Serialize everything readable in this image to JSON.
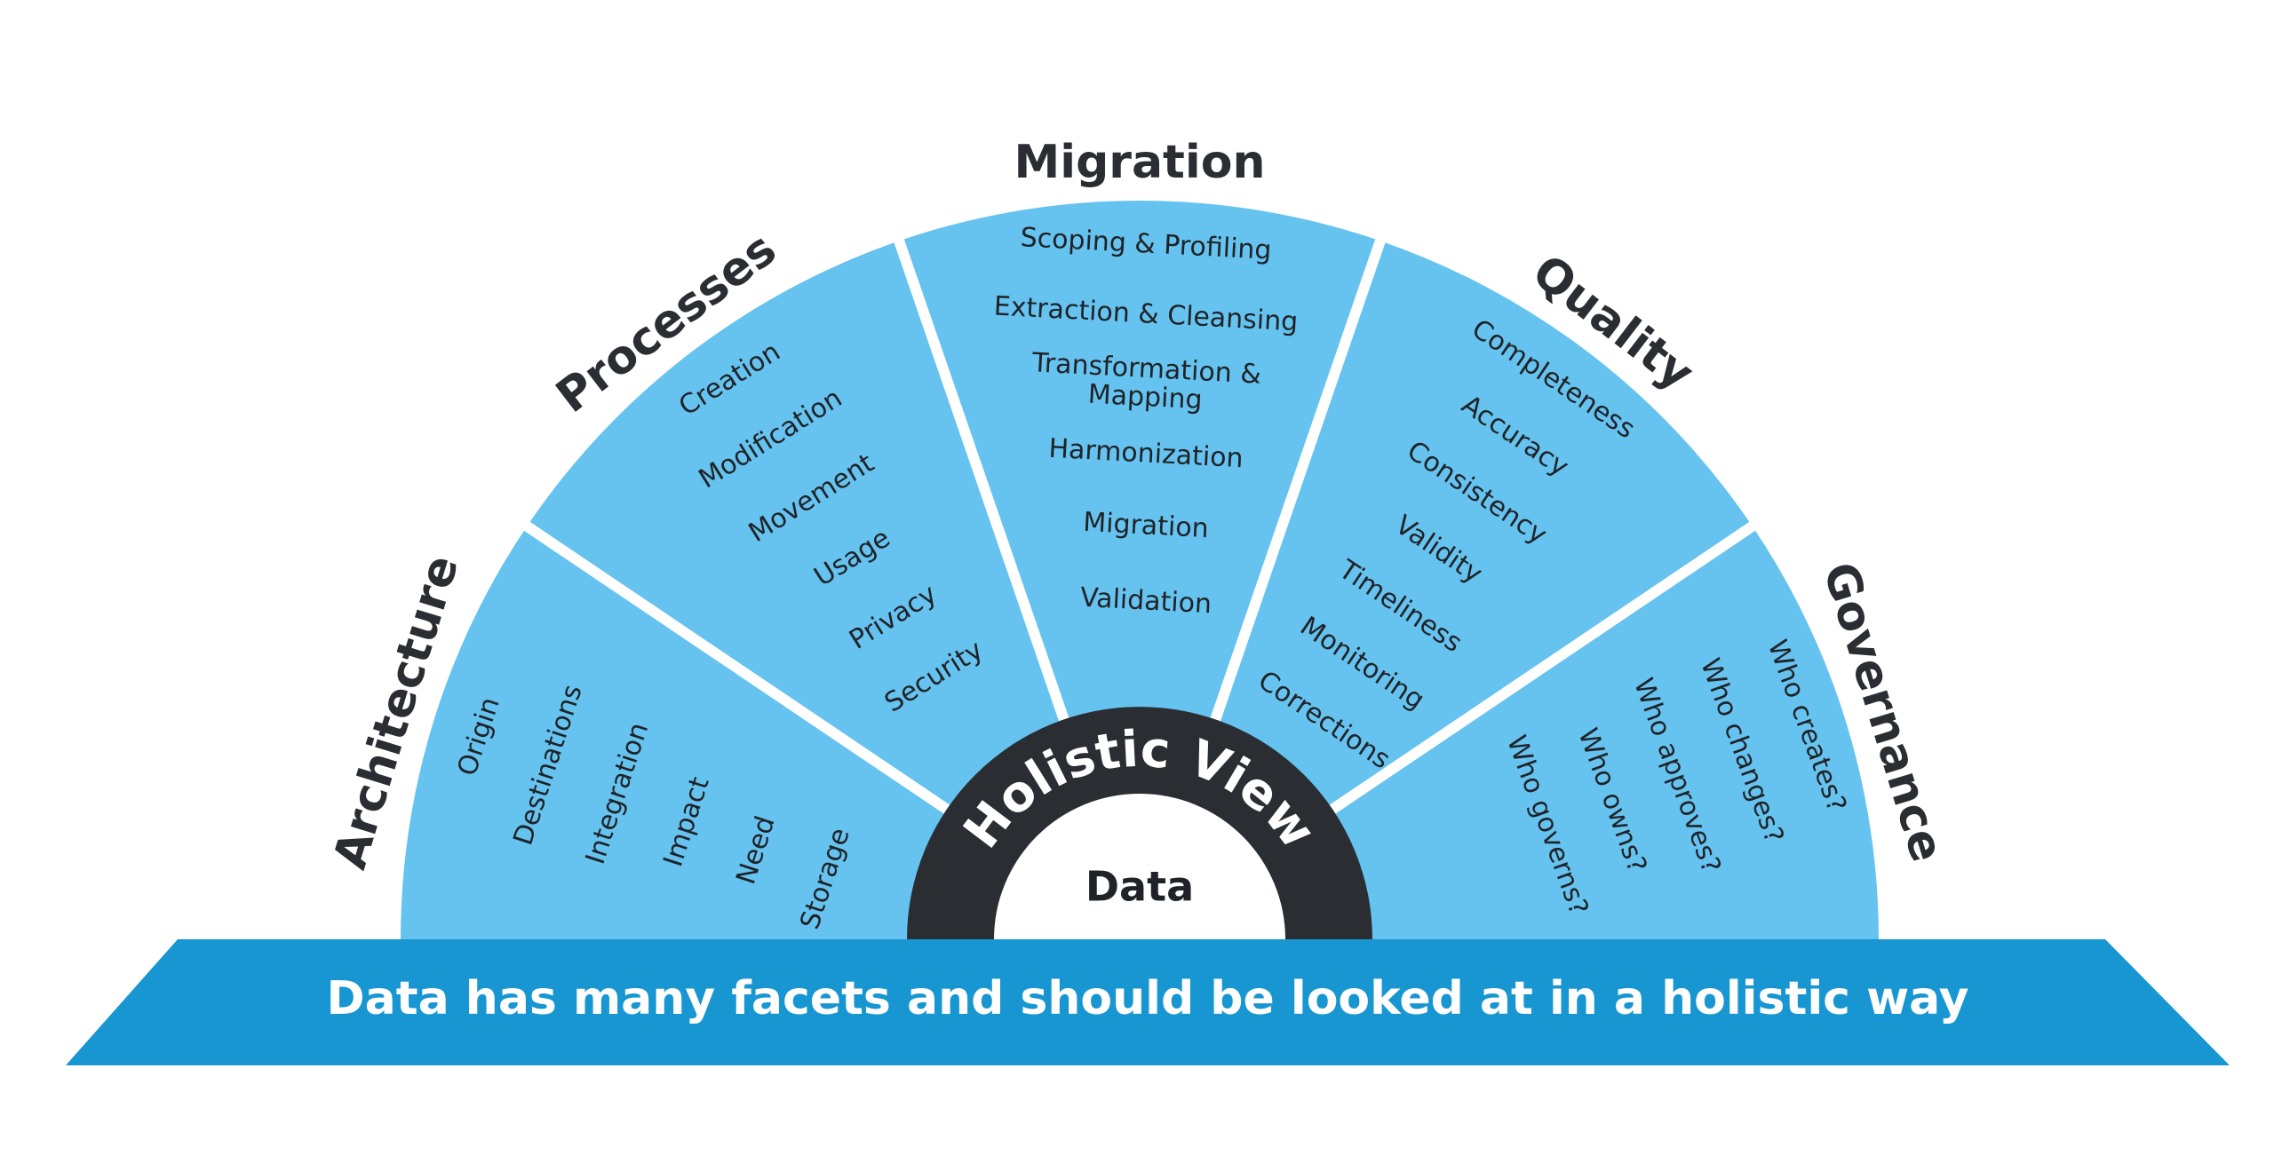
{
  "colors": {
    "sector_fill": "#66c3ef",
    "sector_divider": "#ffffff",
    "ring": "#2a2e33",
    "banner": "#1796d2",
    "title_text": "#2a2e33",
    "item_text": "#1f2328"
  },
  "center": {
    "label": "Data",
    "ring_label": "Holistic View"
  },
  "banner": {
    "text": "Data has many facets and should be looked at in a holistic way"
  },
  "sectors": [
    {
      "title": "Architecture",
      "items": [
        "Origin",
        "Destinations",
        "Integration",
        "Impact",
        "Need",
        "Storage"
      ]
    },
    {
      "title": "Processes",
      "items": [
        "Creation",
        "Modification",
        "Movement",
        "Usage",
        "Privacy",
        "Security"
      ]
    },
    {
      "title": "Migration",
      "items": [
        "Scoping & Profiling",
        "Extraction & Cleansing",
        "Transformation & Mapping",
        "Harmonization",
        "Migration",
        "Validation"
      ]
    },
    {
      "title": "Quality",
      "items": [
        "Completeness",
        "Accuracy",
        "Consistency",
        "Validity",
        "Timeliness",
        "Monitoring",
        "Corrections"
      ]
    },
    {
      "title": "Governance",
      "items": [
        "Who creates?",
        "Who changes?",
        "Who approves?",
        "Who owns?",
        "Who governs?"
      ]
    }
  ]
}
